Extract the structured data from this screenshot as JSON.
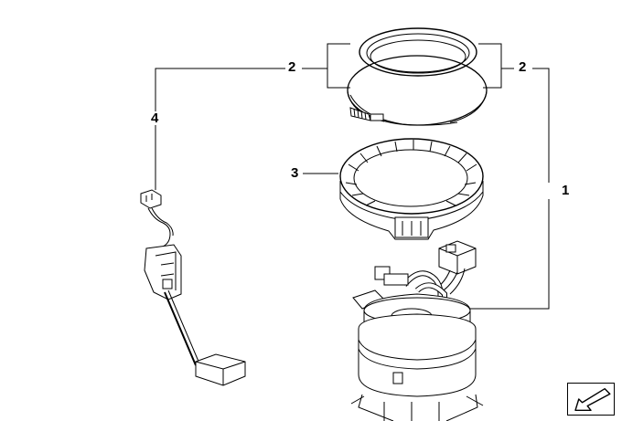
{
  "diagram": {
    "callouts": [
      {
        "id": "c2-left",
        "label": "2"
      },
      {
        "id": "c2-right",
        "label": "2"
      },
      {
        "id": "c1",
        "label": "1"
      },
      {
        "id": "c3",
        "label": "3"
      },
      {
        "id": "c4",
        "label": "4"
      }
    ]
  },
  "colors": {
    "line": "#000000",
    "fill": "#ffffff",
    "shade": "#d9d9d9"
  },
  "icons": {
    "next_page": "arrow-down-left-icon"
  }
}
